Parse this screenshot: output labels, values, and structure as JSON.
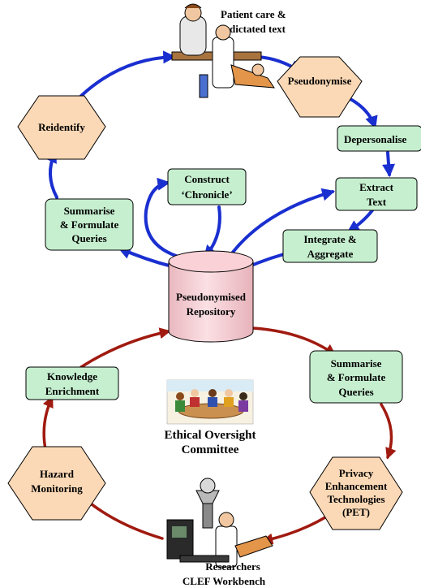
{
  "colors": {
    "green_box_fill": "#c6efcf",
    "green_box_stroke": "#000000",
    "hexagon_fill": "#fcd9b6",
    "cylinder_fill": "#f9d1d6",
    "blue_arrow": "#1a2fd0",
    "red_arrow": "#a01a10"
  },
  "nodes": {
    "patient_care": {
      "line1": "Patient care &",
      "line2": "dictated text"
    },
    "pseudonymise": {
      "label": "Pseudonymise"
    },
    "depersonalise": {
      "label": "Depersonalise"
    },
    "extract_text": {
      "line1": "Extract",
      "line2": "Text"
    },
    "integrate_aggregate": {
      "line1": "Integrate &",
      "line2": "Aggregate"
    },
    "construct_chronicle": {
      "line1": "Construct",
      "line2": "‘Chronicle’"
    },
    "summarise_top": {
      "line1": "Summarise",
      "line2": "& Formulate",
      "line3": "Queries"
    },
    "reidentify": {
      "label": "Reidentify"
    },
    "repository": {
      "line1": "Pseudonymised",
      "line2": "Repository"
    },
    "summarise_bottom": {
      "line1": "Summarise",
      "line2": "& Formulate",
      "line3": "Queries"
    },
    "pet": {
      "line1": "Privacy",
      "line2": "Enhancement",
      "line3": "Technologies",
      "line4": "(PET)"
    },
    "researchers": {
      "line1": "Researchers",
      "line2": "CLEF Workbench"
    },
    "hazard_monitoring": {
      "line1": "Hazard",
      "line2": "Monitoring"
    },
    "knowledge_enrichment": {
      "line1": "Knowledge",
      "line2": "Enrichment"
    },
    "ethics": {
      "line1": "Ethical Oversight",
      "line2": "Committee"
    }
  }
}
